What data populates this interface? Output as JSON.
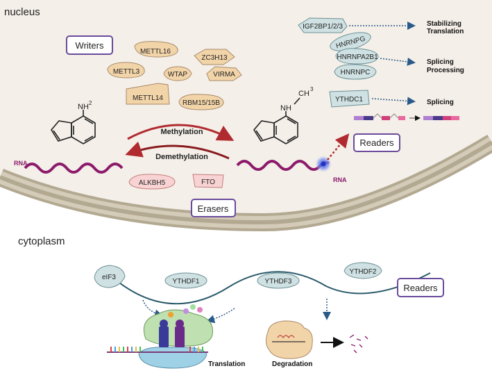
{
  "compartments": {
    "nucleus": "nucleus",
    "cytoplasm": "cytoplasm"
  },
  "writers": {
    "label": "Writers",
    "proteins": [
      "METTL16",
      "ZC3H13",
      "METTL3",
      "WTAP",
      "VIRMA",
      "METTL14",
      "RBM15/15B"
    ]
  },
  "erasers": {
    "label": "Erasers",
    "proteins": [
      "ALKBH5",
      "FTO"
    ]
  },
  "nuclear_readers": {
    "label": "Readers",
    "proteins": [
      "IGF2BP1/2/3",
      "HNRNPG",
      "HNRNPA2B1",
      "HNRNPC",
      "YTHDC1"
    ],
    "functions": {
      "stabilizing": [
        "Stabilizing",
        "Translation"
      ],
      "splicing_processing": [
        "Splicing",
        "Processing"
      ],
      "splicing": "Splicing"
    }
  },
  "reaction": {
    "forward": "Methylation",
    "reverse": "Demethylation"
  },
  "molecule": {
    "amine": "NH",
    "amine_sup": "2",
    "methyl_amine": "NH",
    "methyl": "CH",
    "methyl_sup": "3"
  },
  "rna_labels": {
    "left": "RNA",
    "right": "RNA"
  },
  "cytoplasm_readers": {
    "label": "Readers",
    "proteins": [
      "eIF3",
      "YTHDF1",
      "YTHDF3",
      "YTHDF2"
    ],
    "outcomes": {
      "translation": "Translation",
      "degradation": "Degradation"
    }
  },
  "colors": {
    "nucleus_fill": "#f4efe8",
    "membrane": "#b3a992",
    "writer_fill": "#f2d4a9",
    "eraser_fill": "#f8d3d3",
    "reader_fill": "#cfe1e3",
    "box_border": "#6a4a9a",
    "rna": "#8b1a6b",
    "arrow_red": "#b02a2f",
    "arrow_blue": "#2a5a8a"
  }
}
